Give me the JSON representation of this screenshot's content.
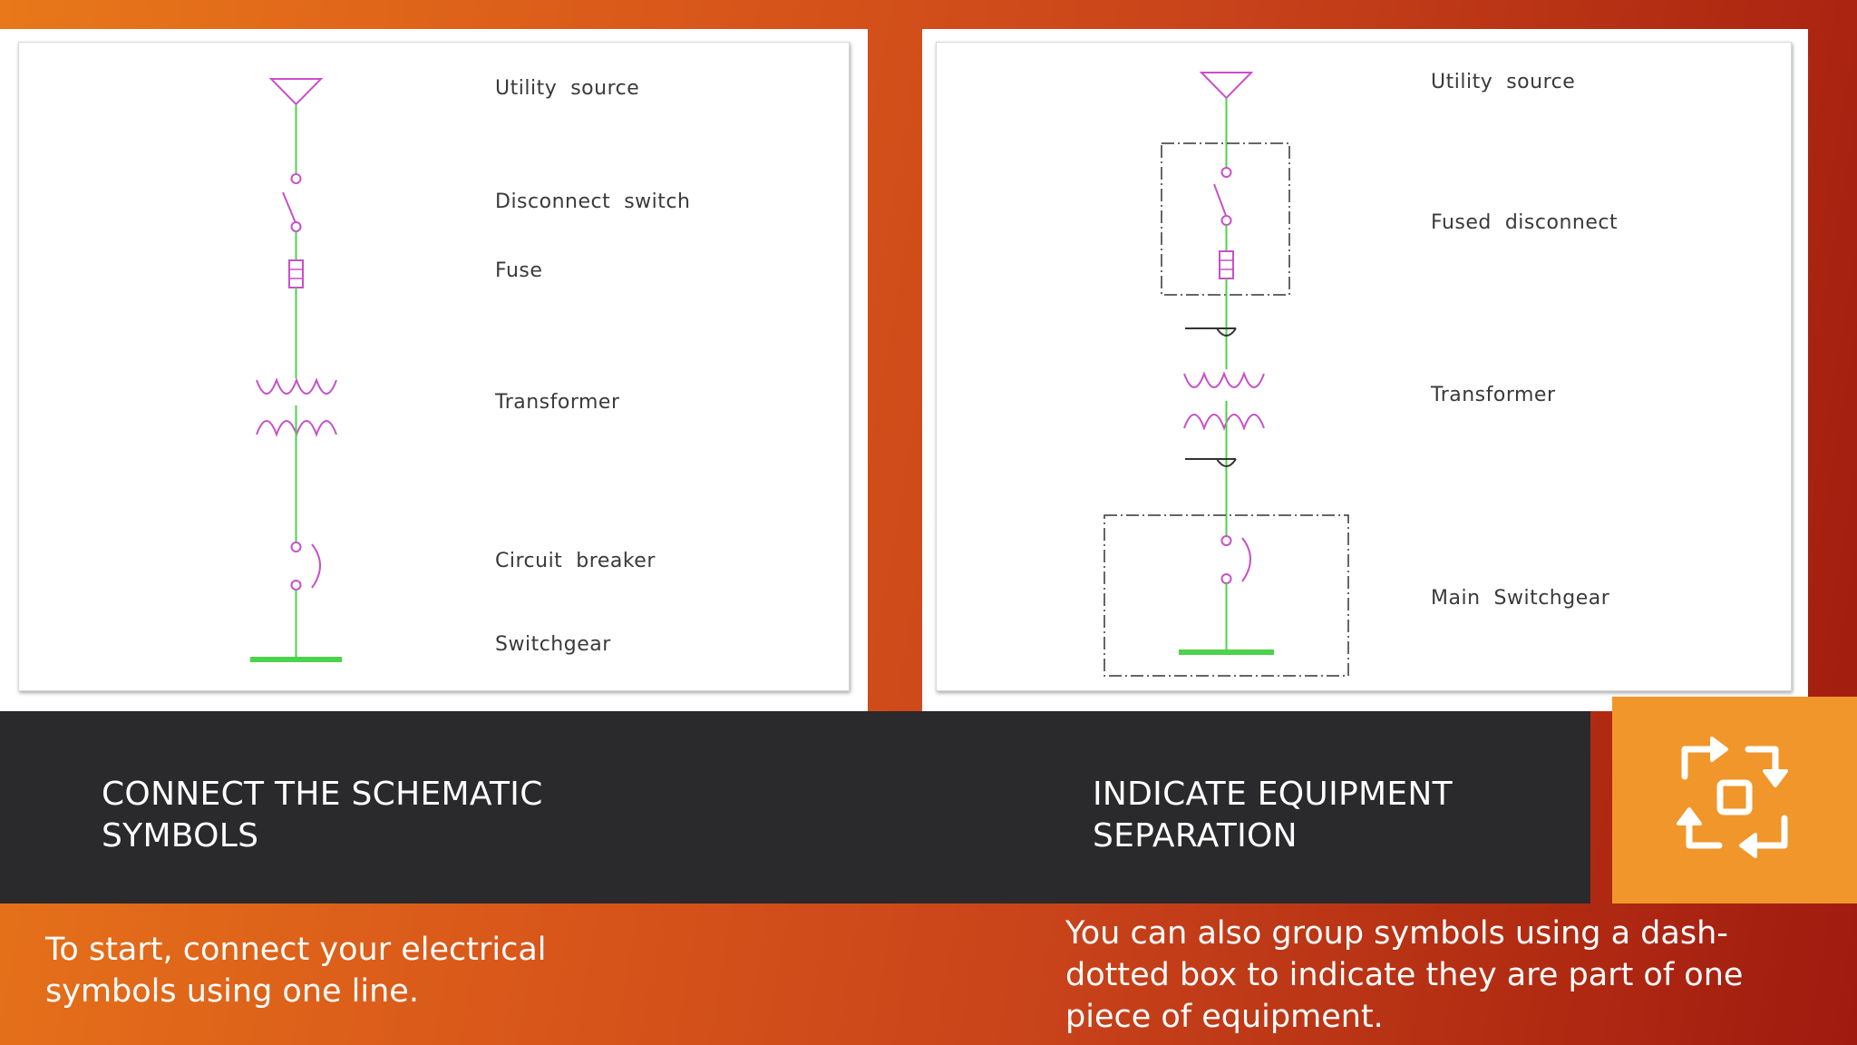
{
  "left_panel": {
    "labels": {
      "utility_source": "Utility  source",
      "disconnect_switch": "Disconnect  switch",
      "fuse": "Fuse",
      "transformer": "Transformer",
      "circuit_breaker": "Circuit  breaker",
      "switchgear": "Switchgear"
    }
  },
  "right_panel": {
    "labels": {
      "utility_source": "Utility  source",
      "fused_disconnect": "Fused  disconnect",
      "transformer": "Transformer",
      "main_switchgear": "Main  Switchgear"
    }
  },
  "left_heading": [
    "CONNECT THE SCHEMATIC",
    "SYMBOLS"
  ],
  "right_heading": [
    "INDICATE EQUIPMENT",
    "SEPARATION"
  ],
  "left_body": [
    "To start, connect your electrical",
    "symbols using one line."
  ],
  "right_body": [
    "You can also group symbols using a dash-",
    "dotted box to indicate they are part of one",
    "piece of equipment."
  ],
  "icon": "cycle-arrows-icon",
  "colors": {
    "wire": "#4cd24c",
    "symbol": "#c850c8",
    "icon_bg": "#f0962a",
    "dark_band": "#2a292b"
  }
}
